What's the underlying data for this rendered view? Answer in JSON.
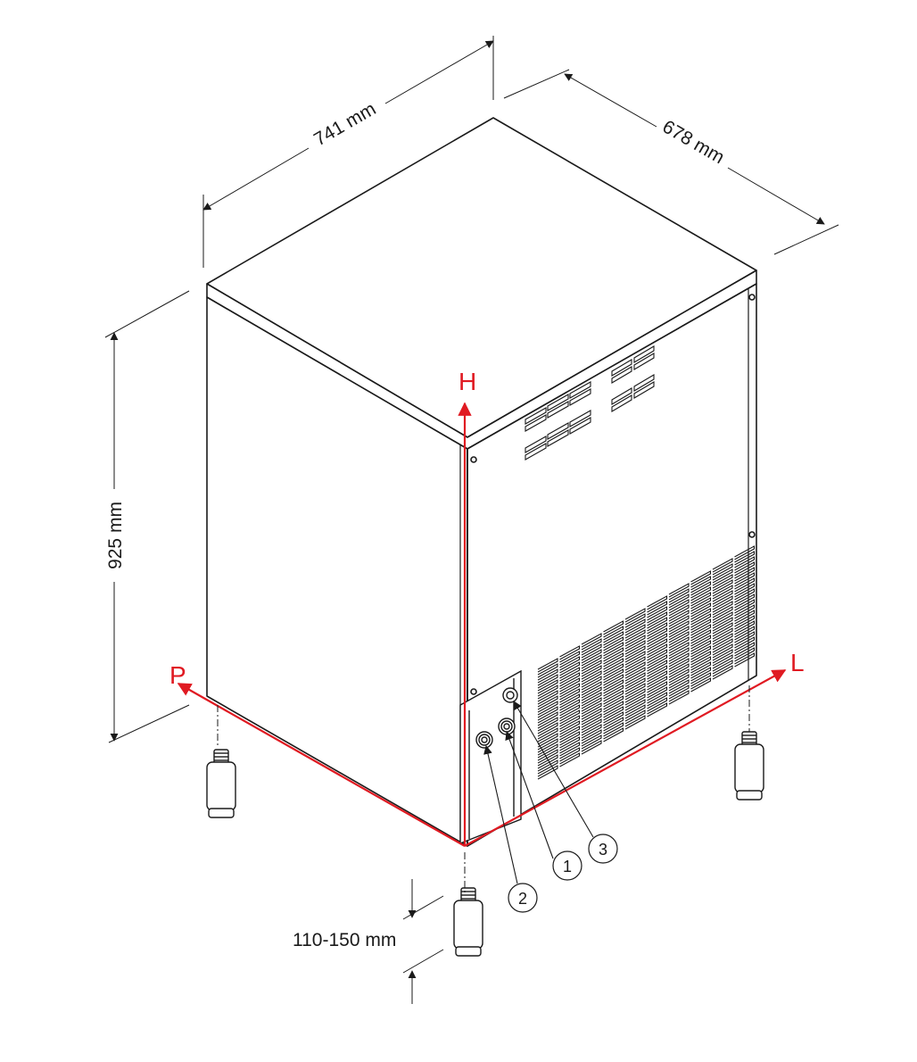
{
  "dimensions": {
    "width": "741 mm",
    "depth": "678 mm",
    "height": "925 mm",
    "feet": "110-150 mm"
  },
  "axes": {
    "height_axis": "H",
    "length_axis": "L",
    "depth_axis": "P"
  },
  "callouts": [
    "1",
    "2",
    "3"
  ],
  "colors": {
    "line": "#1a1a1a",
    "axis": "#e01a22"
  }
}
